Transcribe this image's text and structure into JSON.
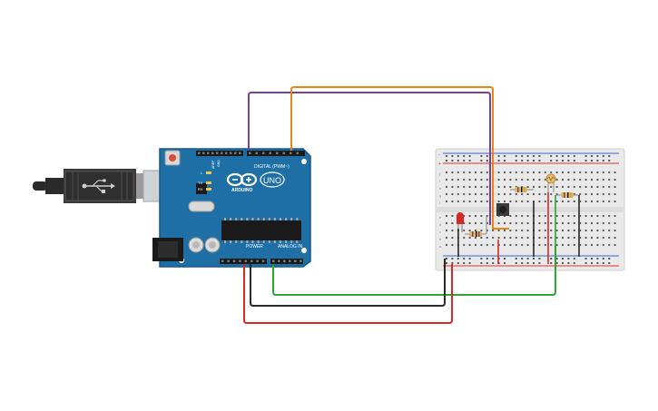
{
  "arduino": {
    "digital_label": "DIGITAL (PWM~)",
    "power_label": "POWER",
    "analog_label": "ANALOG IN",
    "brand_label": "ARDUINO",
    "model_label": "UNO",
    "l_label": "L",
    "tx_label": "TX",
    "rx_label": "RX",
    "gnd_label": "GND",
    "aref_label": "AREF"
  },
  "breadboard": {
    "row_letters_top": [
      "j",
      "i",
      "h",
      "g",
      "f"
    ],
    "row_letters_bottom": [
      "e",
      "d",
      "c",
      "b",
      "a"
    ],
    "plus_label": "+",
    "minus_label": "-"
  },
  "colors": {
    "board": "#1e6fa6",
    "board_dark": "#155a89",
    "wire_purple": "#7b3f9e",
    "wire_orange": "#e8861a",
    "wire_green": "#2aa832",
    "wire_black": "#2a2a2a",
    "wire_red": "#d42a2a",
    "breadboard": "#e9e9e9",
    "rail_red": "#d33",
    "rail_blue": "#3566c9"
  }
}
